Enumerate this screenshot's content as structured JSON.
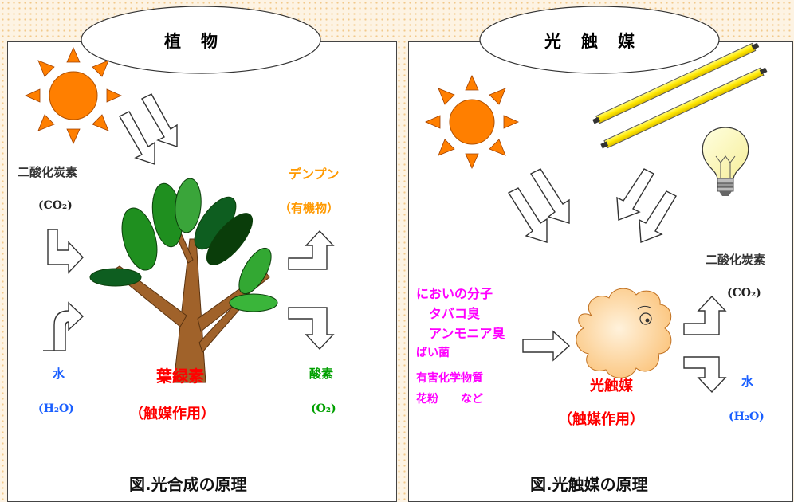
{
  "left": {
    "title": "植　物",
    "co2_name": "二酸化炭素",
    "co2_formula": "(CO₂)",
    "starch": "デンプン",
    "organic": "（有機物）",
    "water": "水",
    "water_formula": "(H₂O)",
    "chlorophyll": "葉緑素",
    "catalyst_role": "（触媒作用）",
    "oxygen": "酸素",
    "oxygen_formula": "(O₂)",
    "caption": "図.光合成の原理"
  },
  "right": {
    "title": "光　触　媒",
    "odor_molecules": "においの分子",
    "tobacco": "タバコ臭",
    "ammonia": "アンモニア臭",
    "bacteria": "ばい菌",
    "harmful": "有害化学物質",
    "pollen": "花粉　　など",
    "photocatalyst": "光触媒",
    "catalyst_role": "（触媒作用）",
    "co2_name": "二酸化炭素",
    "co2_formula": "(CO₂)",
    "water": "水",
    "water_formula": "(H₂O)",
    "caption": "図.光触媒の原理"
  },
  "colors": {
    "sun": "#ff7f00",
    "leaf": "#1f8f1f",
    "trunk": "#a0622a",
    "red": "#ff0000",
    "blue": "#1a5fff",
    "green": "#00a000",
    "orange": "#ff9900",
    "magenta": "#ff00ff",
    "lamp": "#ffee00",
    "cloud": "#fcd296"
  },
  "icons": [
    "sun-icon",
    "tree-icon",
    "fluorescent-lamp-icon",
    "light-bulb-icon",
    "catalyst-cloud-icon",
    "arrow-icon"
  ]
}
